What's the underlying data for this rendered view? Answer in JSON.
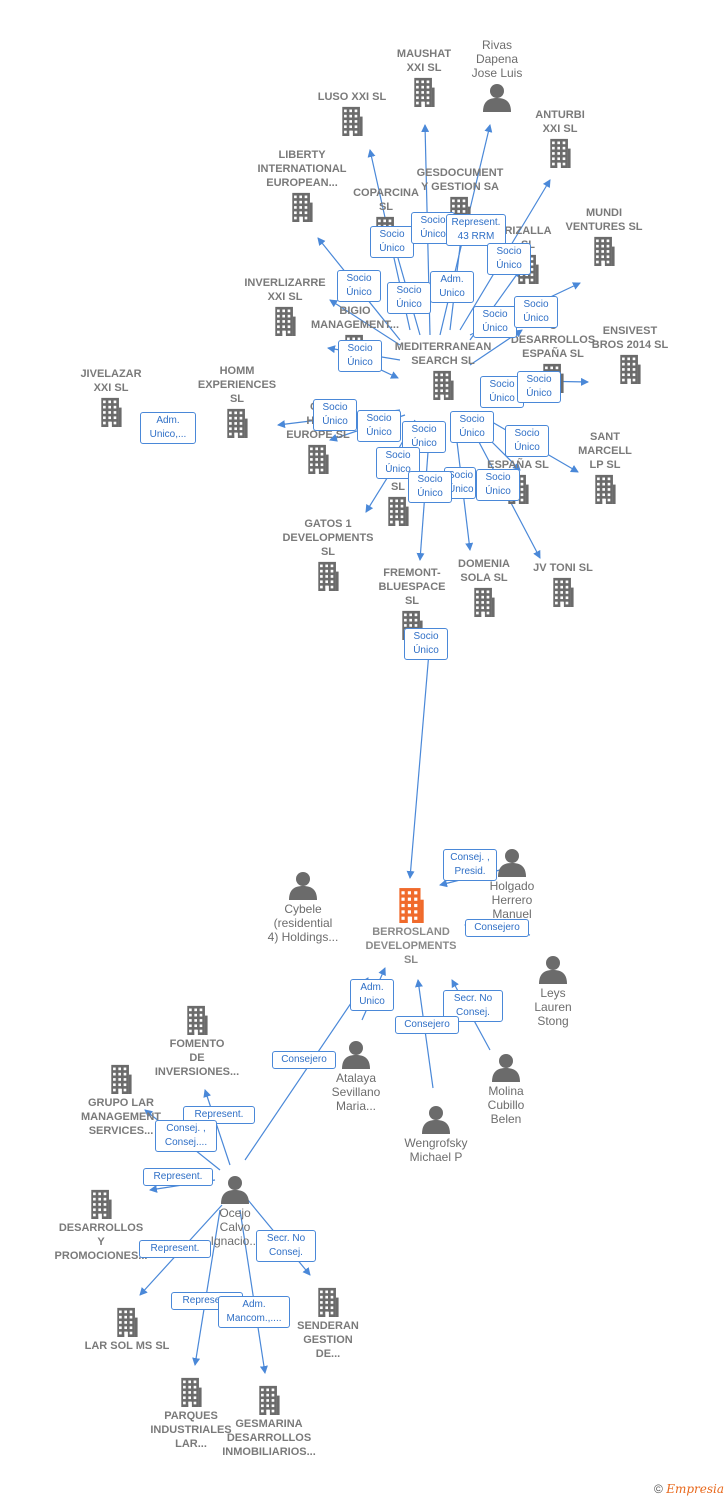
{
  "colors": {
    "edge": "#4a88d8",
    "building": "#6b6b6b",
    "main": "#f06a2b",
    "person": "#6b6b6b"
  },
  "footer": {
    "copyright": "©",
    "brand": "Empresia"
  },
  "nodes": [
    {
      "id": "maushat",
      "label": "MAUSHAT\nXXI  SL",
      "kind": "company",
      "icon": "building-icon"
    },
    {
      "id": "rivas",
      "label": "Rivas\nDapena\nJose Luis",
      "kind": "person",
      "icon": "person-icon"
    },
    {
      "id": "luso",
      "label": "LUSO XXI  SL",
      "kind": "company",
      "icon": "building-icon"
    },
    {
      "id": "anturbi",
      "label": "ANTURBI\nXXI  SL",
      "kind": "company",
      "icon": "building-icon"
    },
    {
      "id": "liberty",
      "label": "LIBERTY\nINTERNATIONAL\nEUROPEAN...",
      "kind": "company",
      "icon": "building-icon"
    },
    {
      "id": "gesdoc",
      "label": "GESDOCUMENT\nY GESTION SA",
      "kind": "company",
      "icon": "building-icon"
    },
    {
      "id": "coparcina",
      "label": "COPARCINA\nSL",
      "kind": "company",
      "icon": "building-icon"
    },
    {
      "id": "mundi",
      "label": "MUNDI\nVENTURES  SL",
      "kind": "company",
      "icon": "building-icon"
    },
    {
      "id": "inverl",
      "label": "INVERLIZARRE\nXXI  SL",
      "kind": "company",
      "icon": "building-icon"
    },
    {
      "id": "rizalla",
      "label": "RIZALLA\nSL",
      "kind": "company",
      "icon": "building-icon"
    },
    {
      "id": "bigio",
      "label": "C\nBIGIO\nMANAGEMENT...",
      "kind": "company",
      "icon": "building-icon"
    },
    {
      "id": "desarr_esp",
      "label": "C\nDESARROLLOS\nESPAÑA  SL",
      "kind": "company",
      "icon": "building-icon"
    },
    {
      "id": "ensivest",
      "label": "ENSIVEST\nBROS 2014  SL",
      "kind": "company",
      "icon": "building-icon"
    },
    {
      "id": "medit",
      "label": "MEDITERRANEAN\nSEARCH SL",
      "kind": "company",
      "icon": "building-icon"
    },
    {
      "id": "jivel",
      "label": "JIVELAZAR\nXXI  SL",
      "kind": "company",
      "icon": "building-icon"
    },
    {
      "id": "homm",
      "label": "HOMM\nEXPERIENCES\nSL",
      "kind": "company",
      "icon": "building-icon"
    },
    {
      "id": "op_hea",
      "label": "OP\nHEA\nEUROPE  SL",
      "kind": "company",
      "icon": "building-icon"
    },
    {
      "id": "lo_sl",
      "label": "LO\nSL",
      "kind": "company",
      "icon": "building-icon"
    },
    {
      "id": "d_espana",
      "label": "D\nESPAÑA  SL",
      "kind": "company",
      "icon": "building-icon"
    },
    {
      "id": "santm",
      "label": "SANT\nMARCELL\nLP  SL",
      "kind": "company",
      "icon": "building-icon"
    },
    {
      "id": "gatos",
      "label": "GATOS 1\nDEVELOPMENTS\nSL",
      "kind": "company",
      "icon": "building-icon"
    },
    {
      "id": "fremont",
      "label": "FREMONT-\nBLUESPACE\nSL",
      "kind": "company",
      "icon": "building-icon"
    },
    {
      "id": "domenia",
      "label": "DOMENIA\nSOLA SL",
      "kind": "company",
      "icon": "building-icon"
    },
    {
      "id": "jvtoni",
      "label": "JV TONI  SL",
      "kind": "company",
      "icon": "building-icon"
    },
    {
      "id": "berro",
      "label": "BERROSLAND\nDEVELOPMENTS\nSL",
      "kind": "main",
      "icon": "building-icon"
    },
    {
      "id": "cybele",
      "label": "Cybele\n(residential\n4) Holdings...",
      "kind": "person",
      "icon": "person-icon"
    },
    {
      "id": "holgado",
      "label": "Holgado\nHerrero\nManuel",
      "kind": "person",
      "icon": "person-icon"
    },
    {
      "id": "leys",
      "label": "Leys\nLauren\nStong",
      "kind": "person",
      "icon": "person-icon"
    },
    {
      "id": "atalaya",
      "label": "Atalaya\nSevillano\nMaria...",
      "kind": "person",
      "icon": "person-icon"
    },
    {
      "id": "molina",
      "label": "Molina\nCubillo\nBelen",
      "kind": "person",
      "icon": "person-icon"
    },
    {
      "id": "wengrof",
      "label": "Wengrofsky\nMichael P",
      "kind": "person",
      "icon": "person-icon"
    },
    {
      "id": "fomento",
      "label": "FOMENTO\nDE\nINVERSIONES...",
      "kind": "company",
      "icon": "building-icon"
    },
    {
      "id": "grupolar",
      "label": "GRUPO LAR\nMANAGEMENT\nSERVICES...",
      "kind": "company",
      "icon": "building-icon"
    },
    {
      "id": "ocejo",
      "label": "Ocejo\nCalvo\nIgnacio...",
      "kind": "person",
      "icon": "person-icon"
    },
    {
      "id": "desprom",
      "label": "DESARROLLOS\nY\nPROMOCIONES...",
      "kind": "company",
      "icon": "building-icon"
    },
    {
      "id": "senderan",
      "label": "SENDERAN\nGESTION\nDE...",
      "kind": "company",
      "icon": "building-icon"
    },
    {
      "id": "larsol",
      "label": "LAR SOL MS SL",
      "kind": "company",
      "icon": "building-icon"
    },
    {
      "id": "parques",
      "label": "PARQUES\nINDUSTRIALES\nLAR...",
      "kind": "company",
      "icon": "building-icon"
    },
    {
      "id": "gesmarina",
      "label": "GESMARINA\nDESARROLLOS\nINMOBILIARIOS...",
      "kind": "company",
      "icon": "building-icon"
    }
  ],
  "relations": [
    "Socio\nÚnico",
    "Socio\nÚnico",
    "Represent.\n43 RRM",
    "Socio\nÚnico",
    "Socio\nÚnico",
    "Adm.\nUnico",
    "Socio\nÚnico",
    "Socio\nÚnico",
    "Socio\nÚnico",
    "Socio\nÚnico",
    "Socio\nÚnico",
    "Socio\nÚnico",
    "Adm.\nUnico,...",
    "Socio\nÚnico",
    "Socio\nÚnico",
    "Socio\nÚnico",
    "Socio\nÚnico",
    "Socio\nÚnico",
    "Socio\nÚnico",
    "Socio\nÚnico",
    "Socio\nÚnico",
    "Socio\nÚnico",
    "Socio\nÚnico",
    "Consej. ,\nPresid.",
    "Consejero",
    "Adm.\nUnico",
    "Secr.  No\nConsej.",
    "Consejero",
    "Consejero",
    "Represent.",
    "Consej. ,\nConsej....",
    "Represent.",
    "Represent.",
    "Secr.  No\nConsej.",
    "Represent.",
    "Adm.\nMancom.,...."
  ]
}
